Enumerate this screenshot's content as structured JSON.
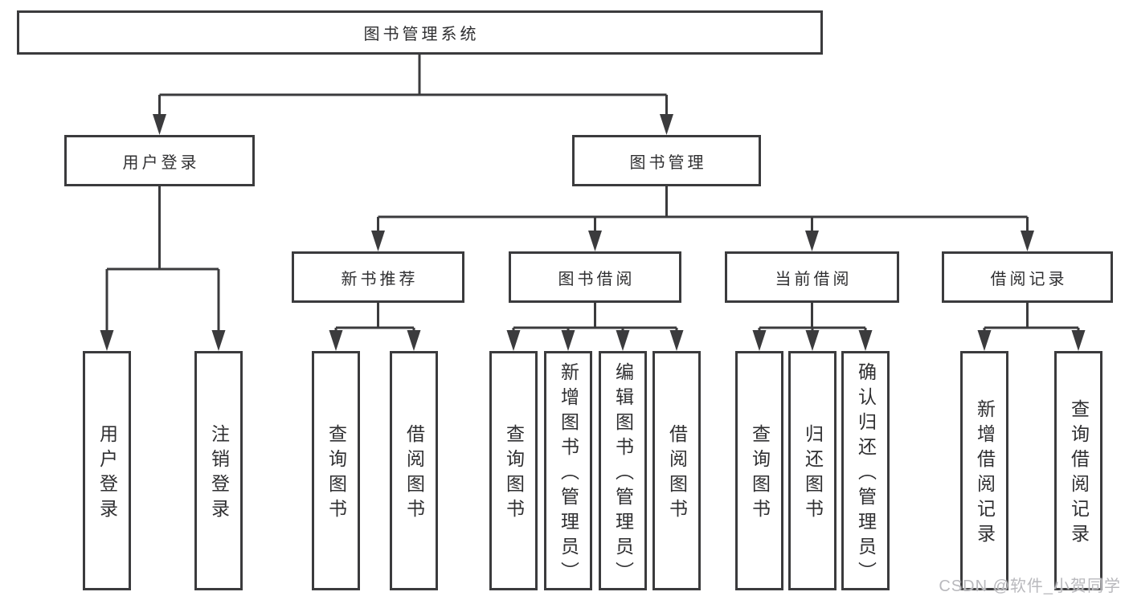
{
  "tree": {
    "root": {
      "label": "图书管理系统"
    },
    "branches": [
      {
        "label": "用户登录",
        "children": [
          {
            "label": "用户登录"
          },
          {
            "label": "注销登录"
          }
        ]
      },
      {
        "label": "图书管理",
        "children": [
          {
            "label": "新书推荐",
            "children": [
              {
                "label": "查询图书"
              },
              {
                "label": "借阅图书"
              }
            ]
          },
          {
            "label": "图书借阅",
            "children": [
              {
                "label": "查询图书"
              },
              {
                "label": "新增图书（管理员）"
              },
              {
                "label": "编辑图书（管理员）"
              },
              {
                "label": "借阅图书"
              }
            ]
          },
          {
            "label": "当前借阅",
            "children": [
              {
                "label": "查询图书"
              },
              {
                "label": "归还图书"
              },
              {
                "label": "确认归还（管理员）"
              }
            ]
          },
          {
            "label": "借阅记录",
            "children": [
              {
                "label": "新增借阅记录"
              },
              {
                "label": "查询借阅记录"
              }
            ]
          }
        ]
      }
    ]
  },
  "watermark": "CSDN @软件_小贺同学",
  "colors": {
    "line": "#3b3b3d",
    "text": "#2f2f31",
    "box_background": "#ffffff",
    "watermark": "#b9b9bd",
    "background": "#ffffff"
  }
}
